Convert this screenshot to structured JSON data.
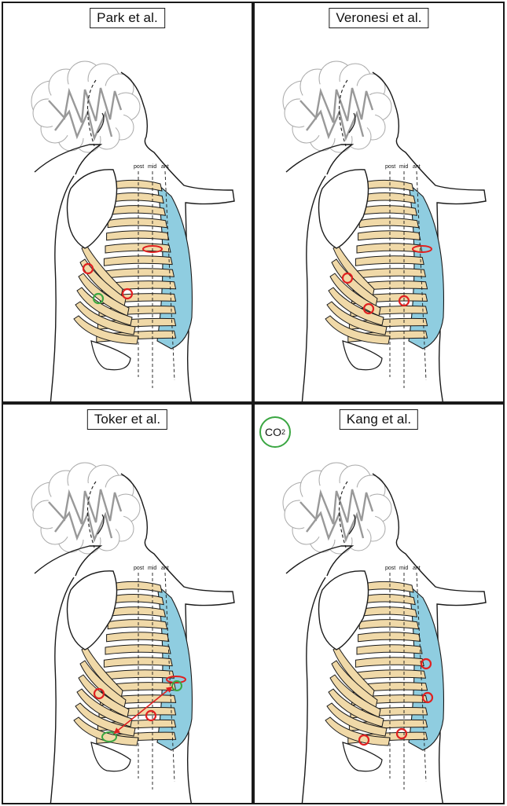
{
  "panels": [
    {
      "title": "Park et al.",
      "labels": {
        "post": "post",
        "mid": "mid",
        "ant": "ant"
      }
    },
    {
      "title": "Veronesi et al.",
      "labels": {
        "post": "post",
        "mid": "mid",
        "ant": "ant"
      }
    },
    {
      "title": "Toker et al.",
      "labels": {
        "post": "post",
        "mid": "mid",
        "ant": "ant"
      }
    },
    {
      "title": "Kang et al.",
      "labels": {
        "post": "post",
        "mid": "mid",
        "ant": "ant"
      }
    }
  ],
  "legend": {
    "gas_main": "CO",
    "gas_sub": "2"
  },
  "colors": {
    "rib": "#f0d9a8",
    "cartilage": "#8fcde0",
    "port": "#e02020",
    "co2_port": "#3aa642",
    "outline": "#1a1a1a",
    "cloud": "#aaaaaa"
  }
}
